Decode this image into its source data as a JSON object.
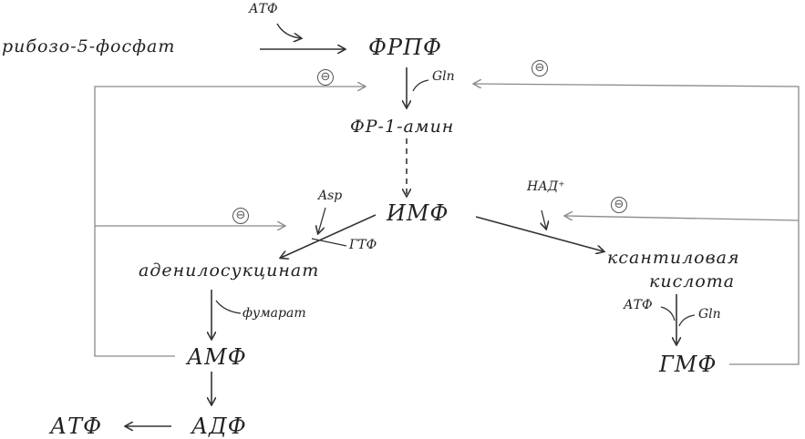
{
  "nodes": {
    "ribose": "рибозо-5-фосфат",
    "frpf": "ФРПФ",
    "fr_amine": "ФР-1-амин",
    "imf": "ИМФ",
    "adenylosuccinate": "аденилосукцинат",
    "amf": "АМФ",
    "adf": "АДФ",
    "atf_out": "АТФ",
    "xanthylic_line1": "ксантиловая",
    "xanthylic_line2": "кислота",
    "gmf": "ГМФ"
  },
  "cofactors": {
    "atf_top": "АТФ",
    "gln_top": "Gln",
    "asp": "Asp",
    "gtf": "ГТФ",
    "fumarate": "фумарат",
    "nad": "НАД⁺",
    "atf_right": "АТФ",
    "gln_right": "Gln"
  },
  "inhibition_symbol": "⊖",
  "colors": {
    "ink": "#222222",
    "line": "#333333",
    "feedback": "#8a8a8a"
  }
}
